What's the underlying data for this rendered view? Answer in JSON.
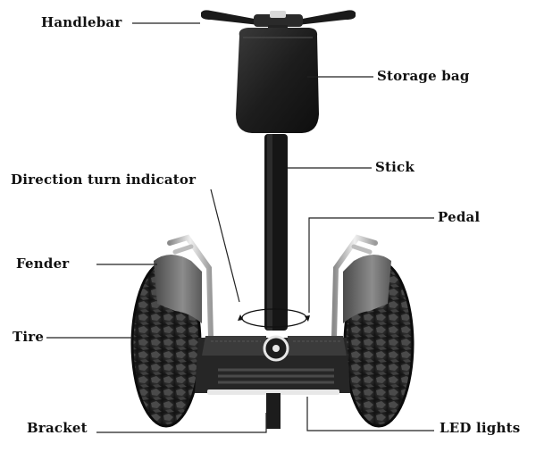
{
  "labels": {
    "handlebar": "Handlebar",
    "storage_bag": "Storage bag",
    "stick": "Stick",
    "direction_turn_indicator": "Direction turn indicator",
    "pedal": "Pedal",
    "fender": "Fender",
    "tire": "Tire",
    "bracket": "Bracket",
    "led_lights": "LED lights"
  },
  "colors": {
    "text": "#111111",
    "leader_line": "#222222",
    "tire": "#1e1e1e",
    "tire_tread": "#3a3a3a",
    "fender": "#6a6a6a",
    "chrome": "#c9c9c9",
    "body": "#2a2a2a",
    "led": "#e8e8e8"
  }
}
